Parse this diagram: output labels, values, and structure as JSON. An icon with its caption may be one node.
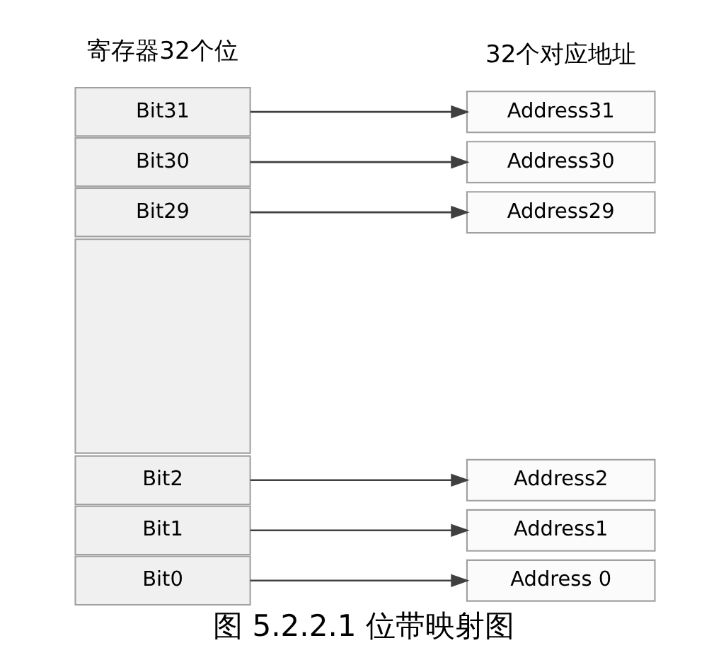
{
  "diagram": {
    "caption": "图 5.2.2.1 位带映射图",
    "nodes": [
      {
        "text": [
          "Bit31"
        ]
      },
      {
        "text": [
          "Bit30"
        ]
      },
      {
        "text": [
          "Bit29"
        ]
      },
      {
        "text": [],
        "shape": "box"
      },
      {
        "text": [
          "Bit2"
        ]
      },
      {
        "text": [
          "Bit1"
        ]
      },
      {
        "text": [
          "Bit0"
        ]
      },
      {
        "text": [
          "Address31"
        ]
      },
      {
        "text": [
          "Address30"
        ]
      },
      {
        "text": [
          "Address29"
        ]
      },
      {
        "text": [
          "Address2"
        ]
      },
      {
        "text": [
          "Address1"
        ]
      },
      {
        "text": [
          "Address 0"
        ]
      }
    ],
    "edges": [
      {
        "from": 0,
        "to": 7,
        "arrow": "to"
      },
      {
        "from": 1,
        "to": 8,
        "arrow": "to"
      },
      {
        "from": 2,
        "to": 9,
        "arrow": "to"
      },
      {
        "from": 4,
        "to": 10,
        "arrow": "to"
      },
      {
        "from": 5,
        "to": 11,
        "arrow": "to"
      },
      {
        "from": 6,
        "to": 12,
        "arrow": "to"
      }
    ],
    "labels": [
      "寄存器32个位",
      "32个对应地址"
    ]
  }
}
